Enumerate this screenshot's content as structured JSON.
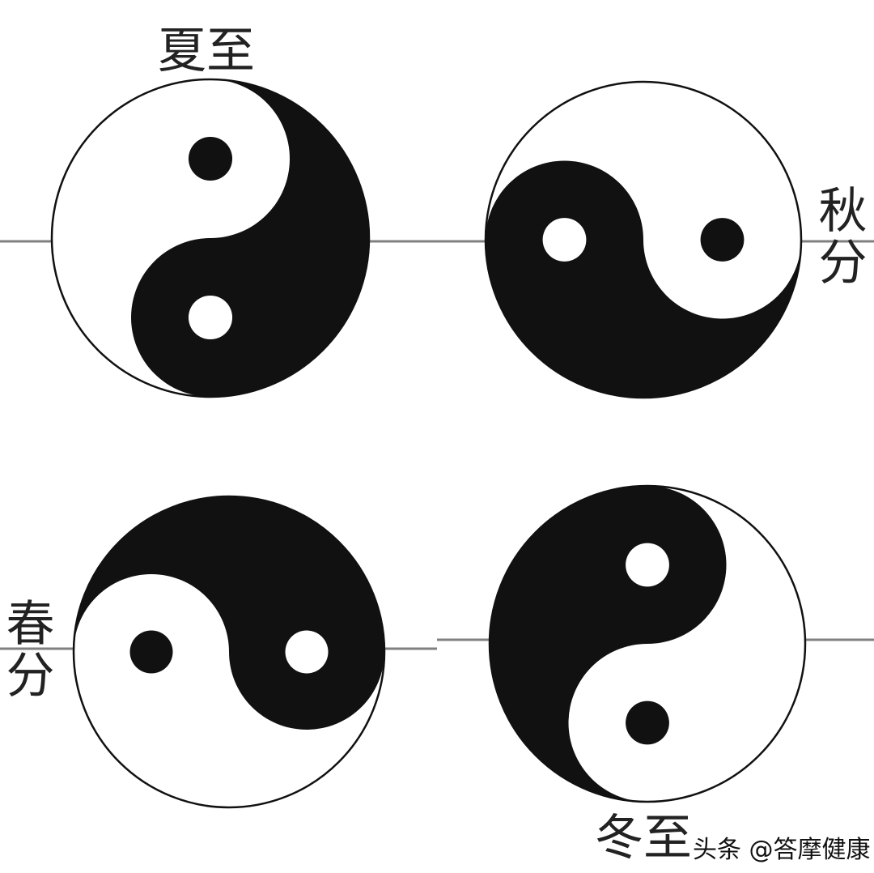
{
  "labels": {
    "summer_solstice": "夏至",
    "autumn_equinox": "秋分",
    "spring_equinox": "春分",
    "winter_solstice": "冬至"
  },
  "watermark": "头条 @答摩健康",
  "colors": {
    "yin": "#111111",
    "yang": "#ffffff",
    "axis_line": "#808080"
  },
  "symbols": [
    {
      "term": "夏至",
      "orientation_deg": 0
    },
    {
      "term": "秋分",
      "orientation_deg": 90
    },
    {
      "term": "春分",
      "orientation_deg": -90
    },
    {
      "term": "冬至",
      "orientation_deg": 180
    }
  ]
}
